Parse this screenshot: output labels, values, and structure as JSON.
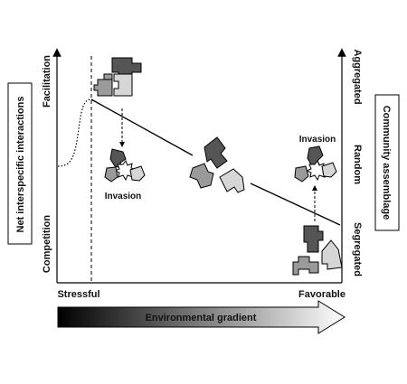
{
  "labels": {
    "left_box": "Net interspecific interactions",
    "facilitation": "Facilitation",
    "competition": "Competition",
    "right_box": "Community assemblage",
    "aggregated": "Aggregated",
    "random": "Random",
    "segregated": "Segregated",
    "stressful": "Stressful",
    "favorable": "Favorable",
    "gradient": "Environmental gradient",
    "invasion_left": "Invasion",
    "invasion_right": "Invasion"
  },
  "colors": {
    "dark_piece": "#555555",
    "mid_piece": "#9a9a9a",
    "light_piece": "#d6d6d6",
    "arrow_start": "#000000",
    "arrow_end": "#ffffff"
  }
}
